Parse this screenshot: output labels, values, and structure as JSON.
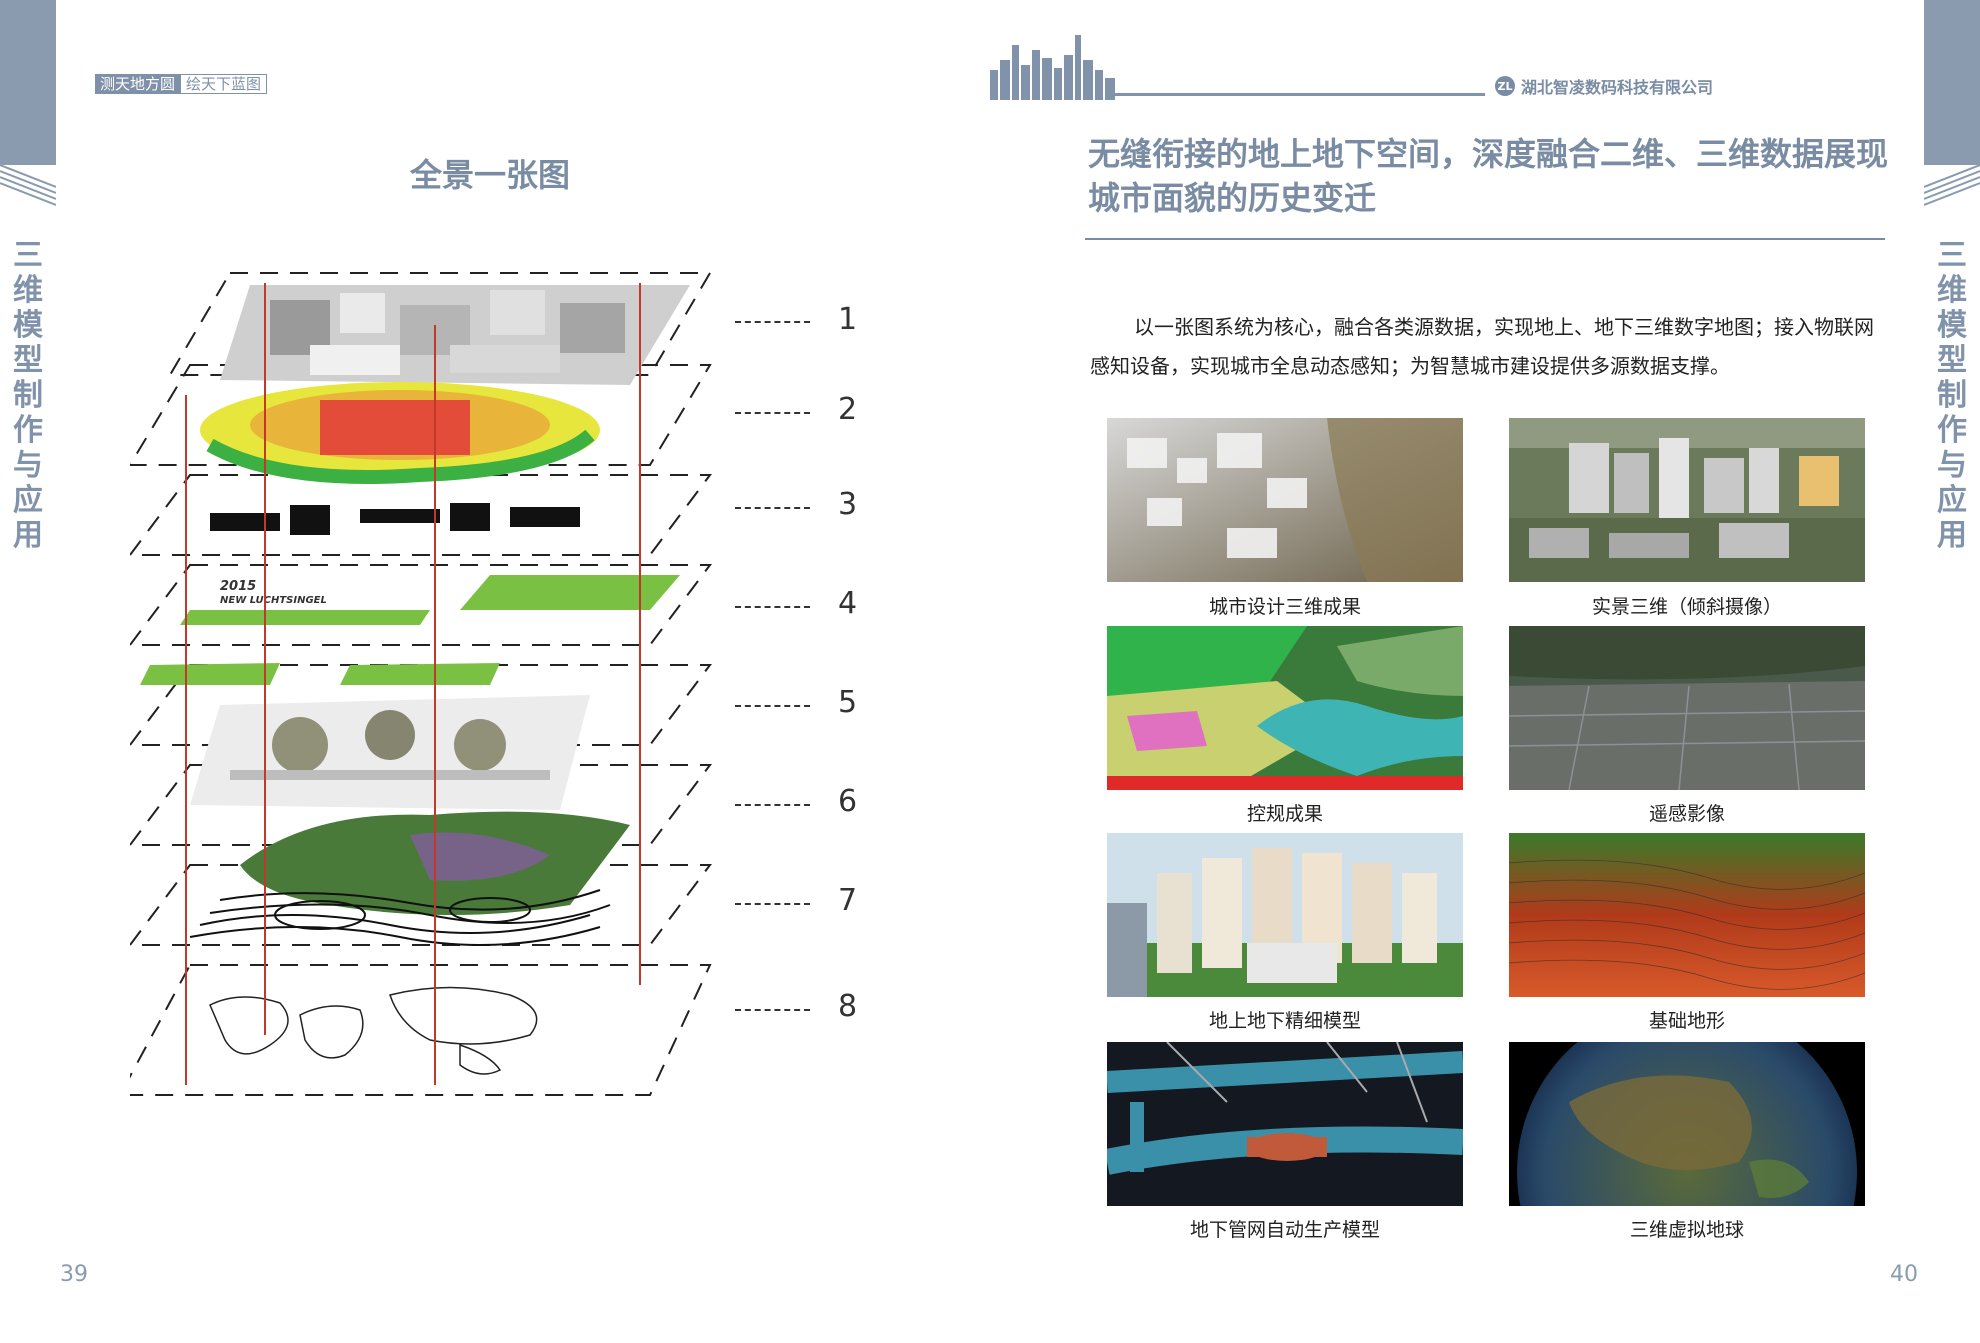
{
  "left_page": {
    "tag_a": "测天地方圆",
    "tag_b": "绘天下蓝图",
    "title": "全景一张图",
    "side_title": "三维模型制作与应用",
    "page_number": "39",
    "layers": [
      "1",
      "2",
      "3",
      "4",
      "5",
      "6",
      "7",
      "8"
    ],
    "layer4_text_line1": "2015",
    "layer4_text_line2": "NEW LUCHTSINGEL"
  },
  "right_page": {
    "company": "湖北智凌数码科技有限公司",
    "logo_text": "ZL",
    "heading": "无缝衔接的地上地下空间，深度融合二维、三维数据展现城市面貌的历史变迁",
    "intro": "以一张图系统为核心，融合各类源数据，实现地上、地下三维数字地图；接入物联网感知设备，实现城市全息动态感知；为智慧城市建设提供多源数据支撑。",
    "side_title": "三维模型制作与应用",
    "page_number": "40",
    "images": [
      {
        "caption": "城市设计三维成果"
      },
      {
        "caption": "实景三维（倾斜摄像）"
      },
      {
        "caption": "控规成果"
      },
      {
        "caption": "遥感影像"
      },
      {
        "caption": "地上地下精细模型"
      },
      {
        "caption": "基础地形"
      },
      {
        "caption": "地下管网自动生产模型"
      },
      {
        "caption": "三维虚拟地球"
      }
    ]
  },
  "colors": {
    "accent": "#7a8ca3",
    "band": "#8a9bb0"
  }
}
